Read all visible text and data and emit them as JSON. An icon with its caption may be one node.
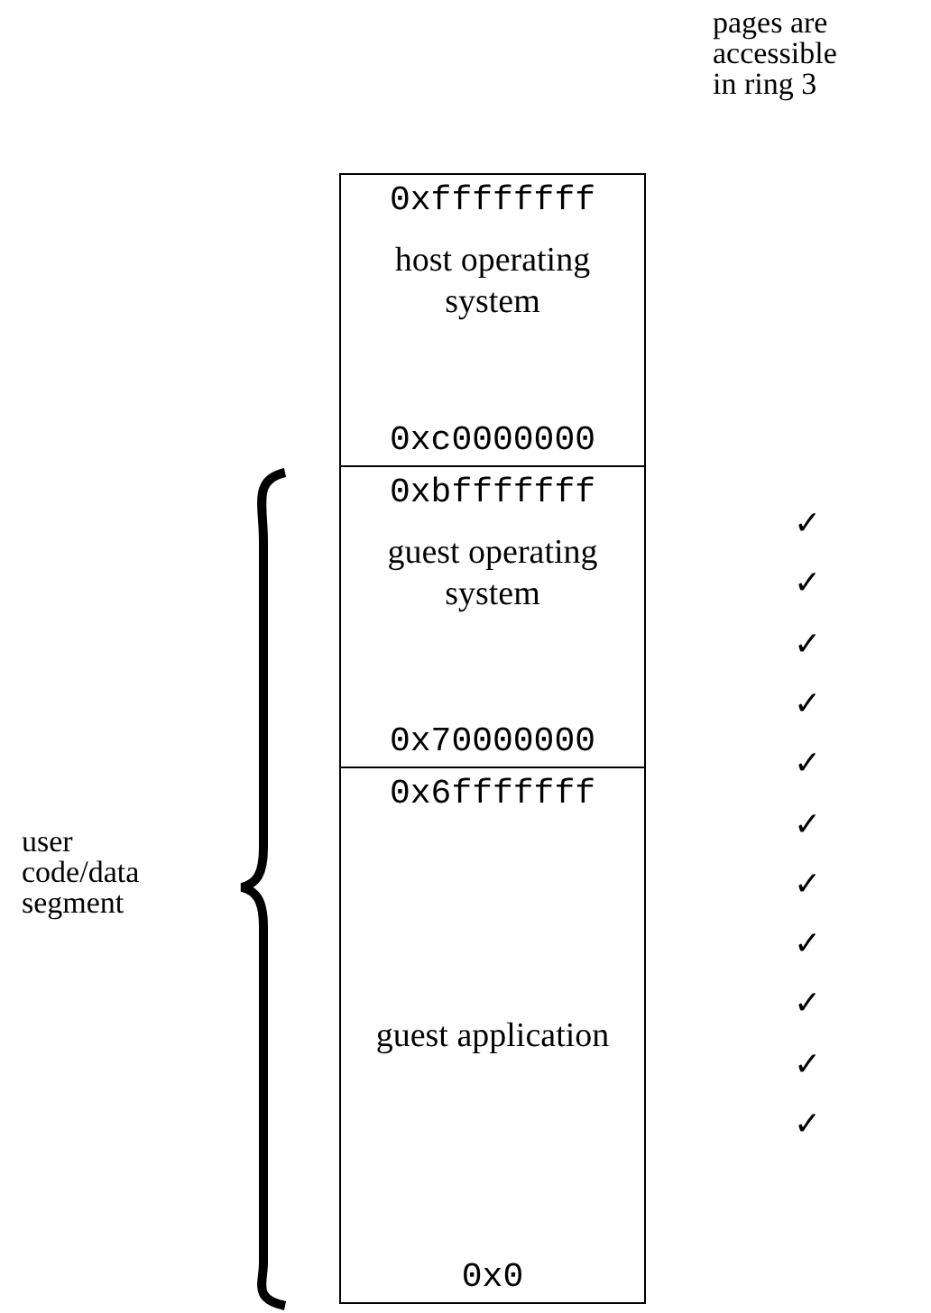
{
  "diagram": {
    "nodes": [
      {
        "text": [
          "0xffffffff",
          "host operating system",
          "0xc0000000"
        ]
      },
      {
        "text": [
          "0xbfffffff",
          "guest operating system",
          "0x70000000"
        ]
      },
      {
        "text": [
          "0x6fffffff",
          "guest application",
          "0x0"
        ]
      }
    ],
    "labels": [
      "pages are accessible in ring 3",
      "user code/data segment",
      "✓",
      "✓",
      "✓",
      "✓",
      "✓",
      "✓",
      "✓",
      "✓",
      "✓",
      "✓",
      "✓"
    ]
  }
}
